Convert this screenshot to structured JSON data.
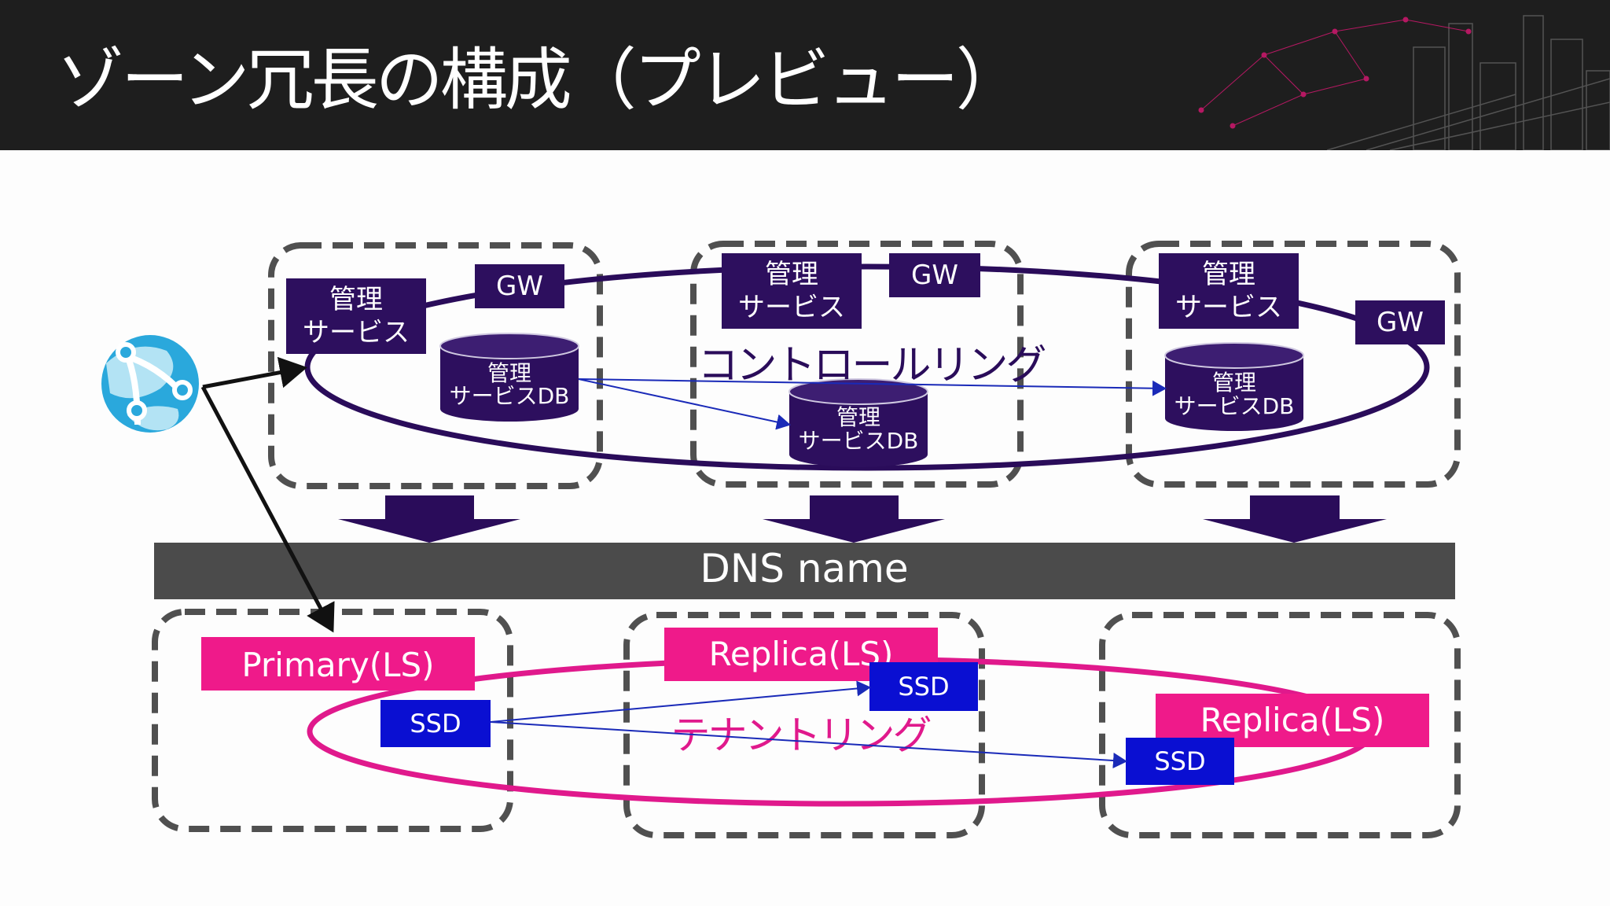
{
  "title": "ゾーン冗長の構成（プレビュー）",
  "colors": {
    "header_bg": "#1e1e1e",
    "service_box": "#2d0f5e",
    "control_ring": "#2a0c5a",
    "tenant_ring": "#e0198c",
    "replica_box": "#ef1a8a",
    "ssd_box": "#0a0fd2",
    "dns_bar": "#4b4b4b",
    "zone_border": "#505050",
    "arrow_fill": "#2a0c5a"
  },
  "control_plane": {
    "ring_label": "コントロールリング",
    "zones": [
      {
        "service_line1": "管理",
        "service_line2": "サービス",
        "gw": "GW",
        "db_line1": "管理",
        "db_line2": "サービスDB"
      },
      {
        "service_line1": "管理",
        "service_line2": "サービス",
        "gw": "GW",
        "db_line1": "管理",
        "db_line2": "サービスDB"
      },
      {
        "service_line1": "管理",
        "service_line2": "サービス",
        "gw": "GW",
        "db_line1": "管理",
        "db_line2": "サービスDB"
      }
    ]
  },
  "dns_name": "DNS name",
  "data_plane": {
    "ring_label": "テナントリング",
    "zones": [
      {
        "replica": "Primary(LS)",
        "ssd": "SSD"
      },
      {
        "replica": "Replica(LS)",
        "ssd": "SSD"
      },
      {
        "replica": "Replica(LS)",
        "ssd": "SSD"
      }
    ]
  },
  "icons": {
    "app_icon": "azure-web-app-globe-icon"
  }
}
